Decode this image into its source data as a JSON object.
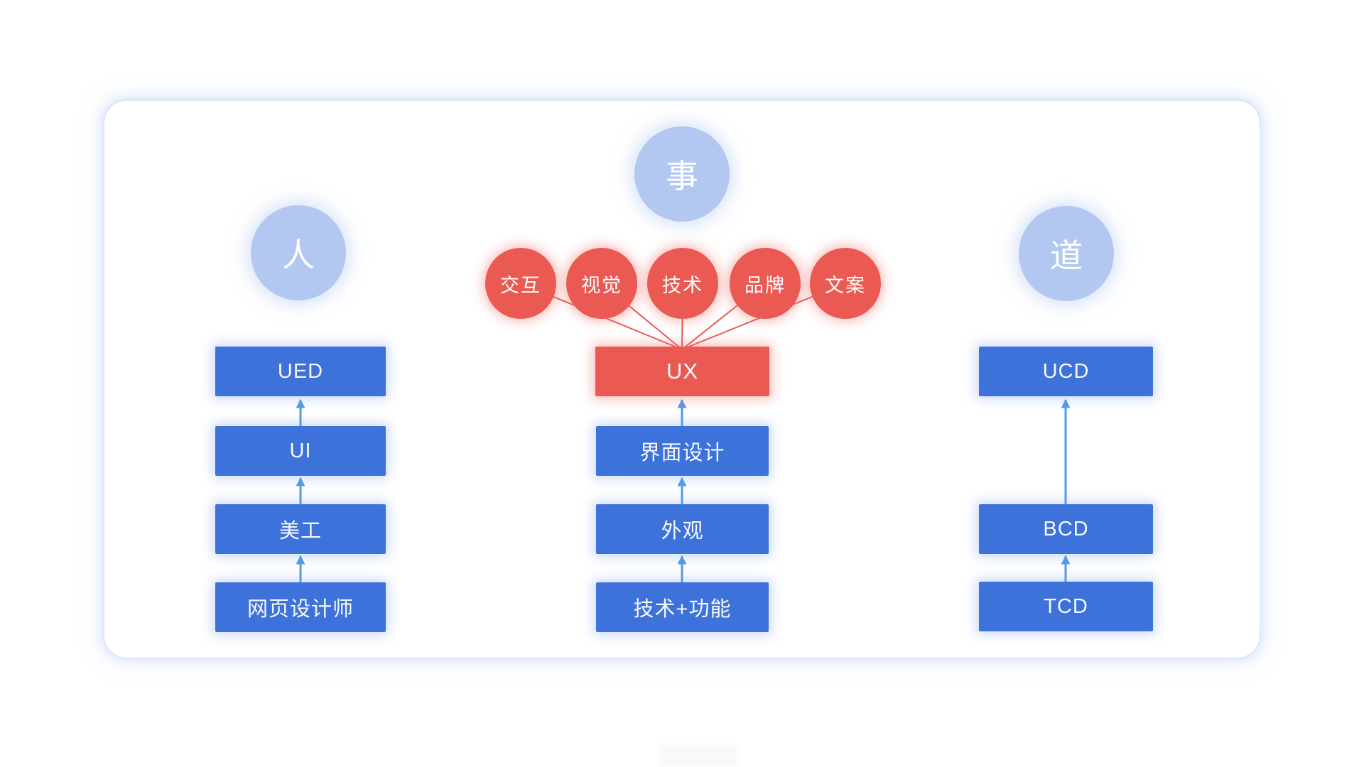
{
  "diagram": {
    "concepts": {
      "left": "人",
      "top": "事",
      "right": "道"
    },
    "ux_factors": [
      "交互",
      "视觉",
      "技术",
      "品牌",
      "文案"
    ],
    "columns": {
      "left": {
        "boxes": [
          "UED",
          "UI",
          "美工",
          "网页设计师"
        ]
      },
      "center": {
        "boxes": [
          "UX",
          "界面设计",
          "外观",
          "技术+功能"
        ]
      },
      "right": {
        "boxes": [
          "UCD",
          "BCD",
          "TCD"
        ]
      }
    },
    "colors": {
      "box_blue": "#3e72db",
      "accent_red": "#ea5a53",
      "concept_circle_blue": "#b3c8f1",
      "arrow_blue": "#4f9ce8",
      "container_border": "#dbe8fb",
      "text": "#ffffff",
      "background": "#ffffff"
    }
  }
}
